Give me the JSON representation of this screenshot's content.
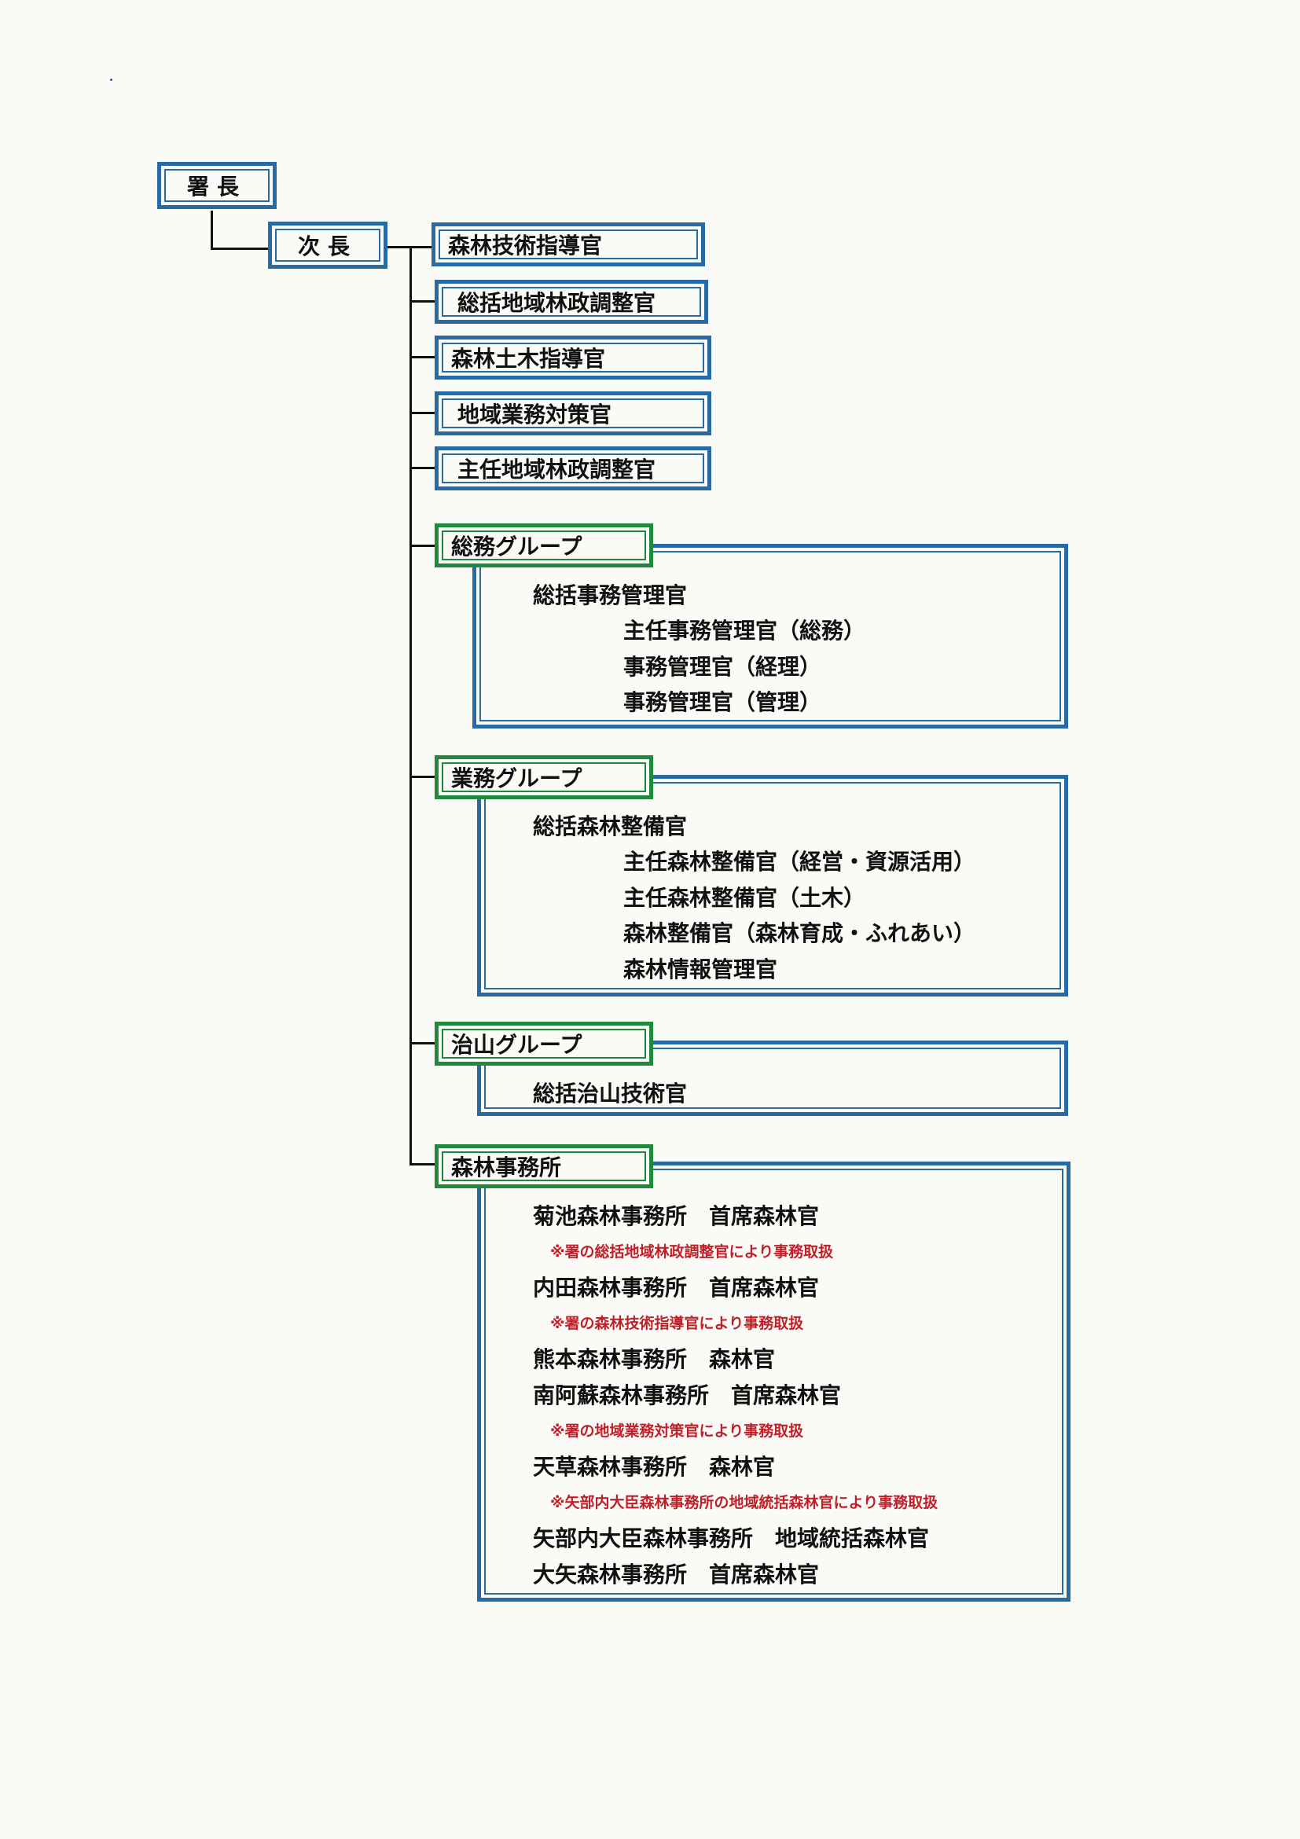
{
  "top": {
    "chief": "署長",
    "deputy": "次長"
  },
  "officers": [
    "森林技術指導官",
    "総括地域林政調整官",
    "森林土木指導官",
    "地域業務対策官",
    "主任地域林政調整官"
  ],
  "groups": {
    "soumu": {
      "name": "総務グループ",
      "lead": "総括事務管理官",
      "members": [
        "主任事務管理官（総務）",
        "事務管理官（経理）",
        "事務管理官（管理）"
      ]
    },
    "gyomu": {
      "name": "業務グループ",
      "lead": "総括森林整備官",
      "members": [
        "主任森林整備官（経営・資源活用）",
        "主任森林整備官（土木）",
        "森林整備官（森林育成・ふれあい）",
        "森林情報管理官"
      ]
    },
    "chisan": {
      "name": "治山グループ",
      "lead": "総括治山技術官"
    },
    "offices": {
      "name": "森林事務所",
      "entries": [
        {
          "text": "菊池森林事務所　首席森林官",
          "note": "※署の総括地域林政調整官により事務取扱"
        },
        {
          "text": "内田森林事務所　首席森林官",
          "note": "※署の森林技術指導官により事務取扱"
        },
        {
          "text": "熊本森林事務所　森林官"
        },
        {
          "text": "南阿蘇森林事務所　首席森林官",
          "note": "※署の地域業務対策官により事務取扱"
        },
        {
          "text": "天草森林事務所　森林官",
          "note": "※矢部内大臣森林事務所の地域統括森林官により事務取扱"
        },
        {
          "text": "矢部内大臣森林事務所　地域統括森林官"
        },
        {
          "text": "大矢森林事務所　首席森林官"
        }
      ]
    }
  }
}
